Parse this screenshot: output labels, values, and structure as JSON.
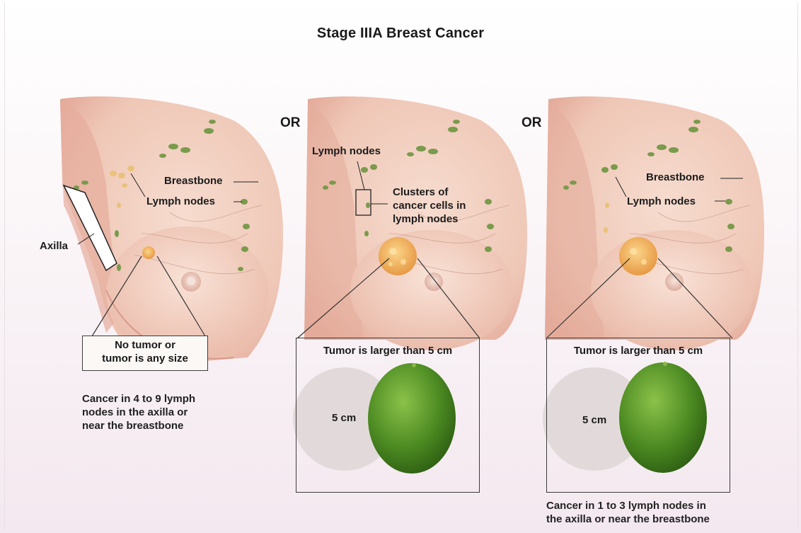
{
  "title": "Stage IIIA Breast Cancer",
  "separators": [
    "OR",
    "OR"
  ],
  "panel1": {
    "breastbone_label": "Breastbone",
    "lymph_nodes_label": "Lymph nodes",
    "axilla_label": "Axilla",
    "tumor_box_line1": "No tumor or",
    "tumor_box_line2": "tumor is any size",
    "caption_line1": "Cancer in 4 to 9 lymph",
    "caption_line2": "nodes in the axilla or",
    "caption_line3": "near the breastbone"
  },
  "panel2": {
    "lymph_nodes_label": "Lymph nodes",
    "clusters_line1": "Clusters of",
    "clusters_line2": "cancer cells in",
    "clusters_line3": "lymph nodes",
    "box_heading": "Tumor is larger than 5 cm",
    "scale_label": "5 cm"
  },
  "panel3": {
    "breastbone_label": "Breastbone",
    "lymph_nodes_label": "Lymph nodes",
    "box_heading": "Tumor is larger than 5 cm",
    "scale_label": "5 cm",
    "caption_line1": "Cancer in 1 to 3 lymph nodes in",
    "caption_line2": "the axilla or near the breastbone"
  },
  "colors": {
    "skin": "#f1cdbd",
    "skin_shadow": "#e0a596",
    "lymph_node": "#7a9a4c",
    "tumor": "#f0b25a",
    "lime": "#4f8f2a",
    "scale_circle": "#e2dada"
  }
}
